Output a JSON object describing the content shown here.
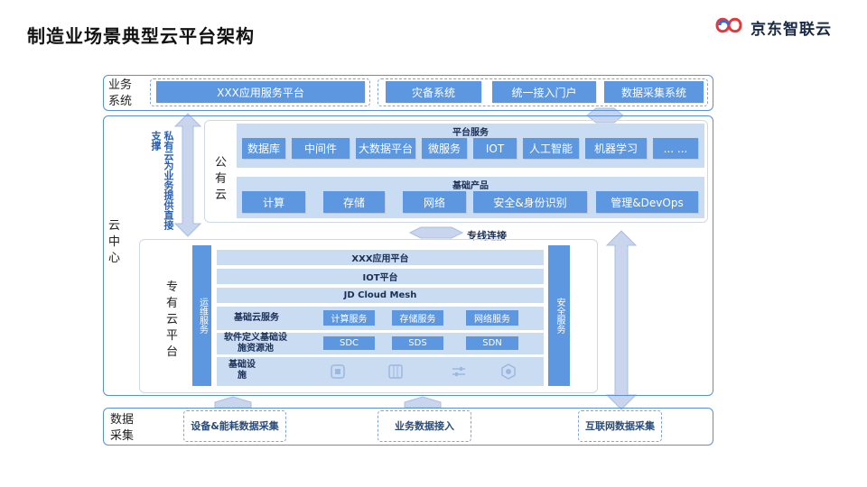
{
  "title": "制造业场景典型云平台架构",
  "brand": {
    "name": "京东智联云",
    "logo_icon": "jd-cloud-logo-icon"
  },
  "colors": {
    "block": "#5d97e0",
    "frame": "#5b8fd6",
    "band": "#c9dcf2",
    "arrow": "#c8d5ec"
  },
  "business": {
    "label": "业务系统",
    "items": [
      "XXX应用服务平台",
      "灾备系统",
      "统一接入门户",
      "数据采集系统"
    ]
  },
  "cloud_center": {
    "label": "云中心",
    "side_note": "私有云为业务提供直接支撑"
  },
  "public_cloud": {
    "label": "公有云",
    "platform_services": {
      "title": "平台服务",
      "items": [
        "数据库",
        "中间件",
        "大数据平台",
        "微服务",
        "IOT",
        "人工智能",
        "机器学习",
        "... ..."
      ]
    },
    "basic_products": {
      "title": "基础产品",
      "items": [
        "计算",
        "存储",
        "网络",
        "安全&身份识别",
        "管理&DevOps"
      ]
    }
  },
  "dedicated_link": "专线连接",
  "private_cloud": {
    "label": "专有云平台",
    "ops": "运维服务",
    "security": "安全服务",
    "rows": {
      "app_platform": "XXX应用平台",
      "iot_platform": "IOT平台",
      "mesh": "JD Cloud Mesh",
      "basic_cloud": {
        "label": "基础云服务",
        "items": [
          "计算服务",
          "存储服务",
          "网络服务"
        ]
      },
      "sdn_pool": {
        "label": "软件定义基础设施资源池",
        "items": [
          "SDC",
          "SDS",
          "SDN"
        ]
      },
      "infra": {
        "label": "基础设施",
        "icons": [
          "chip-icon",
          "server-icon",
          "sliders-icon",
          "cloud-node-icon"
        ]
      }
    }
  },
  "data_collection": {
    "label": "数据采集",
    "items": [
      "设备&能耗数据采集",
      "业务数据接入",
      "互联网数据采集"
    ]
  }
}
